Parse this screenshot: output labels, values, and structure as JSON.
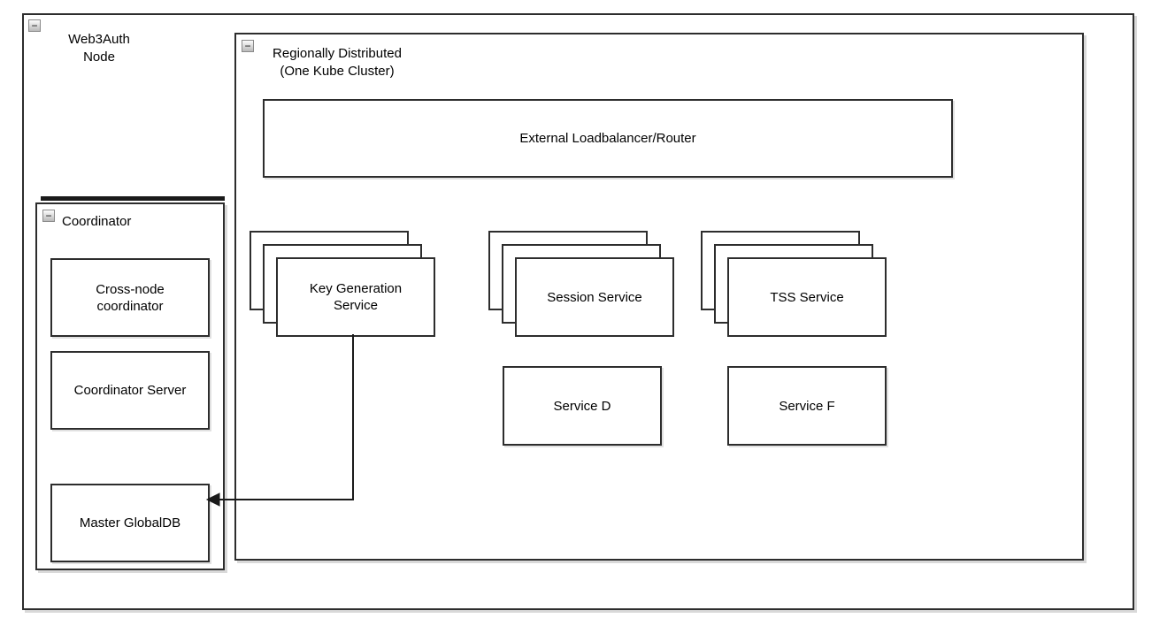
{
  "diagram": {
    "outer_container": {
      "label_line1": "Web3Auth",
      "label_line2": "Node",
      "collapse_glyph": "−"
    },
    "region_container": {
      "label_line1": "Regionally Distributed",
      "label_line2": "(One Kube Cluster)",
      "collapse_glyph": "−"
    },
    "loadbalancer": {
      "label": "External Loadbalancer/Router"
    },
    "stacks": [
      {
        "id": "key-generation-service",
        "label_line1": "Key Generation",
        "label_line2": "Service"
      },
      {
        "id": "session-service",
        "label_line1": "Session Service",
        "label_line2": ""
      },
      {
        "id": "tss-service",
        "label_line1": "TSS Service",
        "label_line2": ""
      }
    ],
    "services": [
      {
        "id": "service-d",
        "label": "Service D"
      },
      {
        "id": "service-f",
        "label": "Service F"
      }
    ],
    "coordinator": {
      "label": "Coordinator",
      "collapse_glyph": "−",
      "children": [
        {
          "id": "cross-node-coordinator",
          "label_line1": "Cross-node",
          "label_line2": "coordinator"
        },
        {
          "id": "coordinator-server",
          "label_line1": "Coordinator Server",
          "label_line2": ""
        },
        {
          "id": "master-globaldb",
          "label_line1": "Master GlobalDB",
          "label_line2": ""
        }
      ]
    },
    "edge": {
      "name": "key-generation-to-master-globaldb"
    },
    "colors": {
      "border": "#2d2d2d",
      "background": "#ffffff",
      "text": "#000000",
      "coordinator_top_bar": "#1a1a1a",
      "shadow": "#aaaaaa"
    }
  }
}
